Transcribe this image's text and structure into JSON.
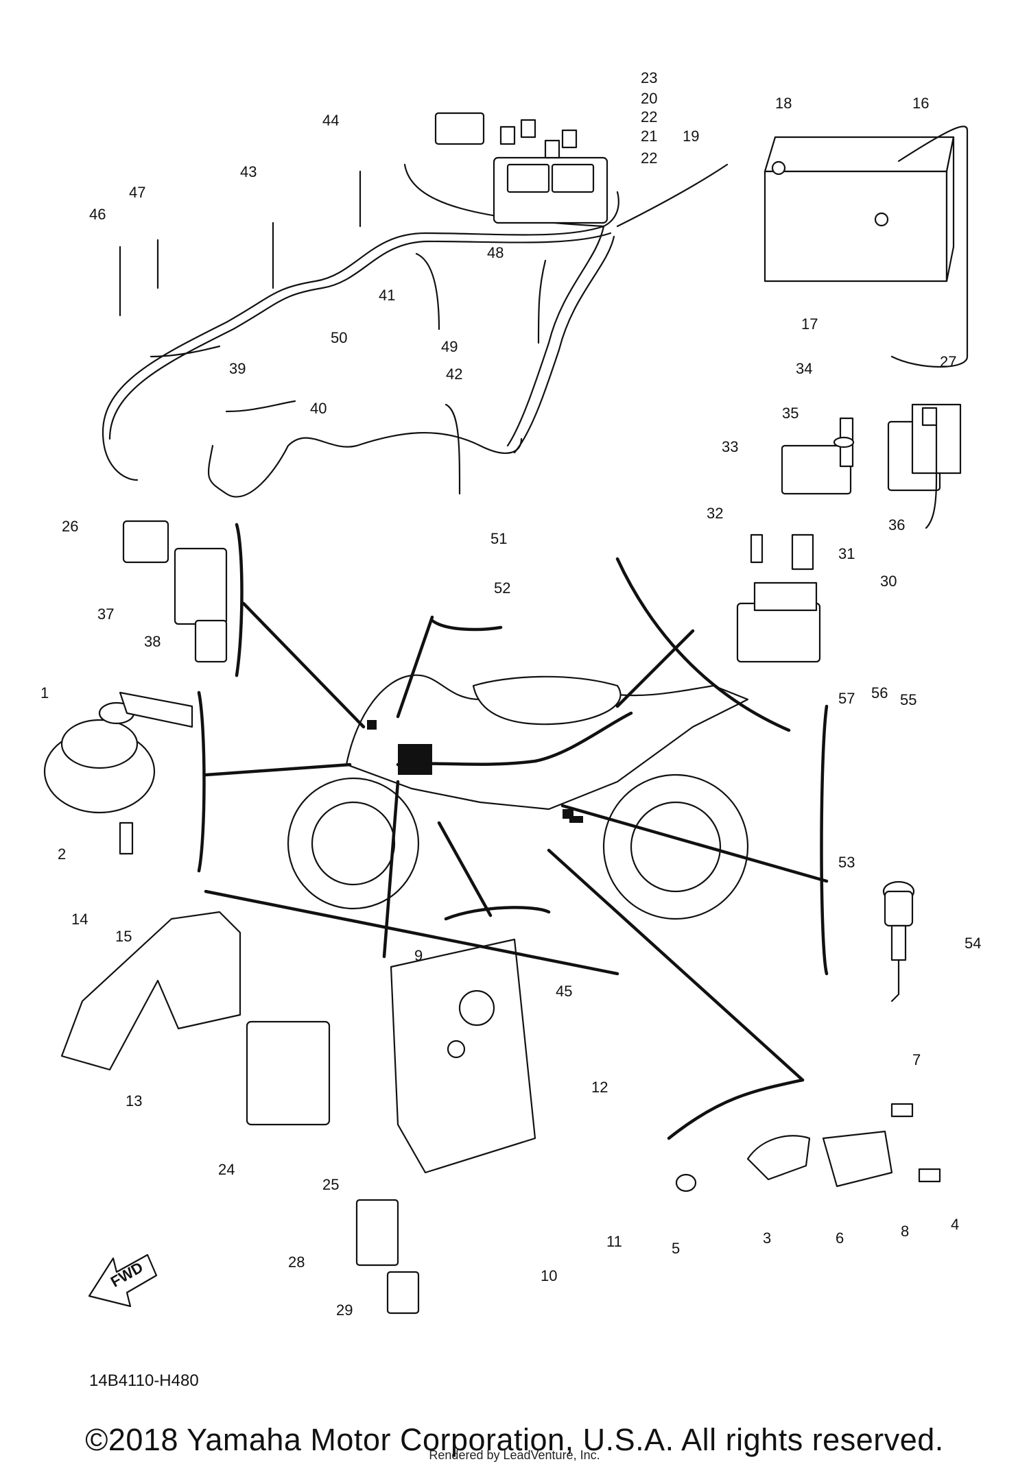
{
  "diagram": {
    "code": "14B4110-H480",
    "copyright": "©2018 Yamaha Motor Corporation, U.S.A. All rights reserved.",
    "rendered_by": "Rendered by LeadVenture, Inc.",
    "fwd_label": "FWD",
    "callouts": [
      "1",
      "2",
      "3",
      "4",
      "5",
      "6",
      "7",
      "8",
      "9",
      "10",
      "11",
      "12",
      "13",
      "14",
      "15",
      "16",
      "17",
      "18",
      "19",
      "20",
      "21",
      "22",
      "22",
      "22",
      "23",
      "24",
      "25",
      "26",
      "27",
      "28",
      "29",
      "30",
      "31",
      "32",
      "33",
      "34",
      "35",
      "36",
      "37",
      "38",
      "39",
      "40",
      "41",
      "42",
      "43",
      "44",
      "45",
      "46",
      "47",
      "48",
      "49",
      "50",
      "51",
      "52",
      "53",
      "54",
      "55",
      "56",
      "57"
    ]
  }
}
